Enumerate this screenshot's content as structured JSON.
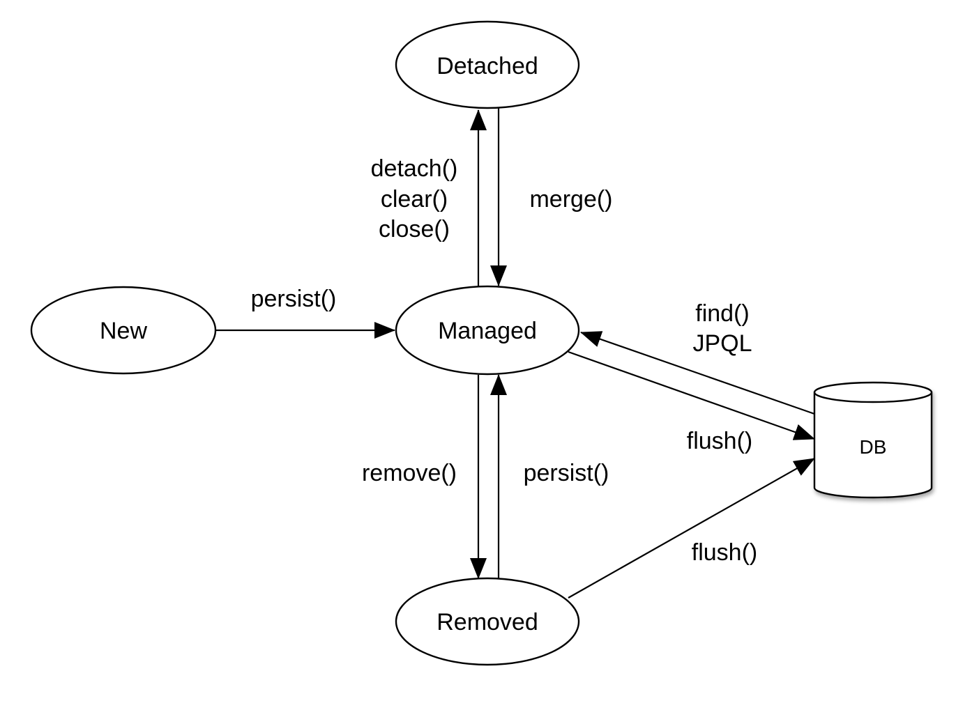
{
  "nodes": {
    "detached": "Detached",
    "new": "New",
    "managed": "Managed",
    "removed": "Removed",
    "db": "DB"
  },
  "edges": {
    "detach_line1": "detach()",
    "detach_line2": "clear()",
    "detach_line3": "close()",
    "merge": "merge()",
    "persist_new": "persist()",
    "find_line1": "find()",
    "find_line2": "JPQL",
    "flush_managed": "flush()",
    "remove": "remove()",
    "persist_removed": "persist()",
    "flush_removed": "flush()"
  },
  "colors": {
    "stroke": "#000000",
    "fill": "#ffffff"
  }
}
